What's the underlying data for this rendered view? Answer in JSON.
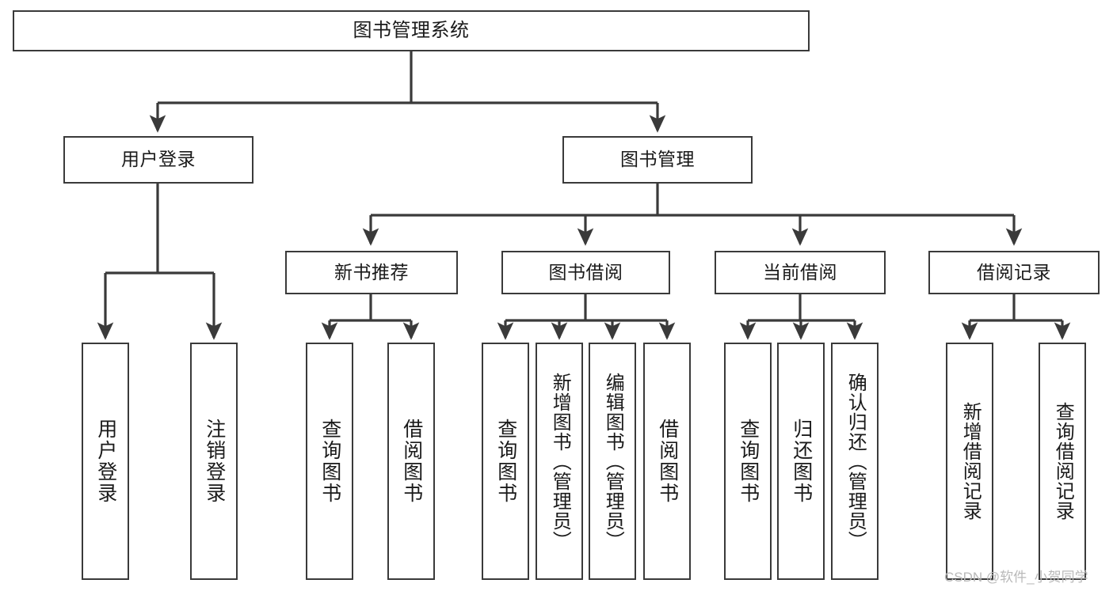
{
  "diagram": {
    "type": "tree-hierarchy-chart",
    "title": "图书管理系统",
    "colors": {
      "background": "#ffffff",
      "box_border": "#3a3a3a",
      "box_fill": "#ffffff",
      "connector": "#3a3a3a",
      "text": "#1a1a1a",
      "watermark": "#b9b9b9"
    },
    "root": {
      "label": "图书管理系统"
    },
    "level2": [
      {
        "label": "用户登录"
      },
      {
        "label": "图书管理"
      }
    ],
    "level3": [
      {
        "label": "新书推荐"
      },
      {
        "label": "图书借阅"
      },
      {
        "label": "当前借阅"
      },
      {
        "label": "借阅记录"
      }
    ],
    "leaves": {
      "user_login": [
        {
          "label": "用户登录"
        },
        {
          "label": "注销登录"
        }
      ],
      "new_book_recommend": [
        {
          "label": "查询图书"
        },
        {
          "label": "借阅图书"
        }
      ],
      "book_borrow": [
        {
          "label": "查询图书"
        },
        {
          "label": "新增图书（管理员）"
        },
        {
          "label": "编辑图书（管理员）"
        },
        {
          "label": "借阅图书"
        }
      ],
      "current_borrow": [
        {
          "label": "查询图书"
        },
        {
          "label": "归还图书"
        },
        {
          "label": "确认归还（管理员）"
        }
      ],
      "borrow_record": [
        {
          "label": "新增借阅记录"
        },
        {
          "label": "查询借阅记录"
        }
      ]
    }
  },
  "watermark": {
    "text": "CSDN @软件_小贺同学"
  }
}
